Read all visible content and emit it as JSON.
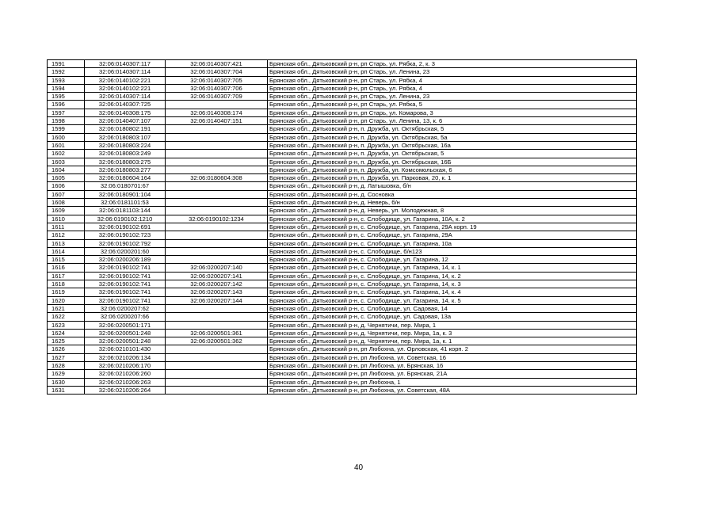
{
  "table": {
    "rows": [
      [
        "1591",
        "32:06:0140307:117",
        "32:06:0140307:421",
        "Брянская обл., Дятьковский р-н, рп Старь, ул. Рябка, 2, к. 3"
      ],
      [
        "1592",
        "32:06:0140307:114",
        "32:06:0140307:704",
        "Брянская обл., Дятьковский р-н, рп Старь, ул. Ленина, 23"
      ],
      [
        "1593",
        "32:06:0140102:221",
        "32:06:0140307:705",
        "Брянская обл., Дятьковский р-н, рп Старь, ул. Рябка, 4"
      ],
      [
        "1594",
        "32:06:0140102:221",
        "32:06:0140307:706",
        "Брянская обл., Дятьковский р-н, рп Старь, ул. Рябка, 4"
      ],
      [
        "1595",
        "32:06:0140307:114",
        "32:06:0140307:709",
        "Брянская обл., Дятьковский р-н, рп Старь, ул. Ленина, 23"
      ],
      [
        "1596",
        "32:06:0140307:725",
        "",
        "Брянская обл., Дятьковский р-н, рп Старь, ул. Рябка, 5"
      ],
      [
        "1597",
        "32:06:0140308:175",
        "32:06:0140308:174",
        "Брянская обл., Дятьковский р-н, рп Старь, ул. Комарова, 3"
      ],
      [
        "1598",
        "32:06:0140407:107",
        "32:06:0140407:151",
        "Брянская обл., Дятьковский р-н, рп Старь, ул. Ленина, 13, к. 6"
      ],
      [
        "1599",
        "32:06:0180802:191",
        "",
        "Брянская обл., Дятьковский р-н, п. Дружба, ул. Октябрьская, 5"
      ],
      [
        "1600",
        "32:06:0180803:107",
        "",
        "Брянская обл., Дятьковский р-н, п. Дружба, ул. Октябрьская, 5а"
      ],
      [
        "1601",
        "32:06:0180803:224",
        "",
        "Брянская обл., Дятьковский р-н, п. Дружба, ул. Октябрьская, 16а"
      ],
      [
        "1602",
        "32:06:0180803:249",
        "",
        "Брянская обл., Дятьковский р-н, п. Дружба, ул. Октябрьская, 5"
      ],
      [
        "1603",
        "32:06:0180803:275",
        "",
        "Брянская обл., Дятьковский р-н, п. Дружба, ул. Октябрьская, 16Б"
      ],
      [
        "1604",
        "32:06:0180803:277",
        "",
        "Брянская обл., Дятьковский р-н, п. Дружба, ул. Комсомольская, 6"
      ],
      [
        "1605",
        "32:06:0180604:164",
        "32:06:0180604:308",
        "Брянская обл., Дятьковский р-н, п. Дружба, ул. Парковая, 20, к. 1"
      ],
      [
        "1606",
        "32:06:0180701:67",
        "",
        "Брянская обл., Дятьковский р-н, д. Латышовка, б/н"
      ],
      [
        "1607",
        "32:06:0180901:104",
        "",
        "Брянская обл., Дятьковский р-н, д. Сосновка"
      ],
      [
        "1608",
        "32:06:0181101:53",
        "",
        "Брянская обл., Дятьковский р-н, д. Неверь, б/н"
      ],
      [
        "1609",
        "32:06:0181103:144",
        "",
        "Брянская обл., Дятьковский р-н, д. Неверь, ул. Молодежная, 8"
      ],
      [
        "1610",
        "32:06:0190102:1210",
        "32:06:0190102:1234",
        "Брянская обл., Дятьковский р-н, с. Слободище, ул. Гагарина, 10А, к. 2"
      ],
      [
        "1611",
        "32:06:0190102:691",
        "",
        "Брянская обл., Дятьковский р-н, с. Слободище, ул. Гагарина, 29А корп. 19"
      ],
      [
        "1612",
        "32:06:0190102:723",
        "",
        "Брянская обл., Дятьковский р-н, с. Слободище, ул. Гагарина, 29А"
      ],
      [
        "1613",
        "32:06:0190102:792",
        "",
        "Брянская обл., Дятьковский р-н, с. Слободище, ул. Гагарина, 10а"
      ],
      [
        "1614",
        "32:06:0200201:60",
        "",
        "Брянская обл., Дятьковский р-н, с. Слободище, б/н123"
      ],
      [
        "1615",
        "32:06:0200206:189",
        "",
        "Брянская обл., Дятьковский р-н, с. Слободище, ул. Гагарина, 12"
      ],
      [
        "1616",
        "32:06:0190102:741",
        "32:06:0200207:140",
        "Брянская обл., Дятьковский р-н, с. Слободище, ул. Гагарина, 14, к. 1"
      ],
      [
        "1617",
        "32:06:0190102:741",
        "32:06:0200207:141",
        "Брянская обл., Дятьковский р-н, с. Слободище, ул. Гагарина, 14, к. 2"
      ],
      [
        "1618",
        "32:06:0190102:741",
        "32:06:0200207:142",
        "Брянская обл., Дятьковский р-н, с. Слободище, ул. Гагарина, 14, к. 3"
      ],
      [
        "1619",
        "32:06:0190102:741",
        "32:06:0200207:143",
        "Брянская обл., Дятьковский р-н, с. Слободище, ул. Гагарина, 14, к. 4"
      ],
      [
        "1620",
        "32:06:0190102:741",
        "32:06:0200207:144",
        "Брянская обл., Дятьковский р-н, с. Слободище, ул. Гагарина, 14, к. 5"
      ],
      [
        "1621",
        "32:06:0200207:62",
        "",
        "Брянская обл., Дятьковский р-н, с. Слободище, ул. Садовая, 14"
      ],
      [
        "1622",
        "32:06:0200207:66",
        "",
        "Брянская обл., Дятьковский р-н, с. Слободище, ул. Садовая, 13а"
      ],
      [
        "1623",
        "32:06:0200501:171",
        "",
        "Брянская обл., Дятьковский р-н, д. Чернятичи, пер. Мира, 1"
      ],
      [
        "1624",
        "32:06:0200501:248",
        "32:06:0200501:361",
        "Брянская обл., Дятьковский р-н, д. Чернятичи, пер. Мира, 1а, к. 3"
      ],
      [
        "1625",
        "32:06:0200501:248",
        "32:06:0200501:362",
        "Брянская обл., Дятьковский р-н, д. Чернятичи, пер. Мира, 1а, к. 1"
      ],
      [
        "1626",
        "32:06:0210101:430",
        "",
        "Брянская обл., Дятьковский р-н, рп Любохна, ул. Орловская, 41 корп. 2"
      ],
      [
        "1627",
        "32:06:0210206:134",
        "",
        "Брянская обл., Дятьковский р-н, рп Любохна, ул. Советская, 16"
      ],
      [
        "1628",
        "32:06:0210206:170",
        "",
        "Брянская обл., Дятьковский р-н, рп Любохна, ул. Брянская, 16"
      ],
      [
        "1629",
        "32:06:0210206:260",
        "",
        "Брянская обл., Дятьковский р-н, рп Любохна, ул. Брянская, 21А"
      ],
      [
        "1630",
        "32:06:0210206:263",
        "",
        "Брянская обл., Дятьковский р-н, рп Любохна, 1"
      ],
      [
        "1631",
        "32:06:0210206:264",
        "",
        "Брянская обл., Дятьковский р-н, рп Любохна, ул. Советская, 48А"
      ]
    ]
  },
  "page_number": "40"
}
